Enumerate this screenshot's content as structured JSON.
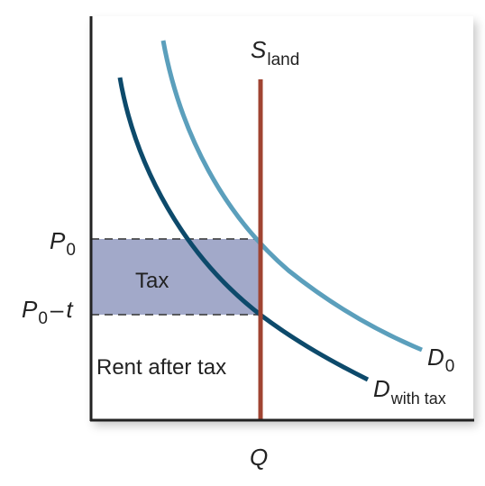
{
  "labels": {
    "supply_main": "S",
    "supply_sub": "land",
    "p0_main": "P",
    "p0_sub": "0",
    "p0t_main": "P",
    "p0t_sub": "0",
    "p0t_minus": "–",
    "p0t_t": "t",
    "tax": "Tax",
    "rent": "Rent after tax",
    "d0_main": "D",
    "d0_sub": "0",
    "dtax_main": "D",
    "dtax_sub": "with tax",
    "q": "Q"
  },
  "colors": {
    "axis": "#222222",
    "supply": "#a04432",
    "demand_original": "#5b9fbc",
    "demand_with_tax": "#0d4a6b",
    "tax_area": "#a2a9c9",
    "dashed": "#333333"
  }
}
